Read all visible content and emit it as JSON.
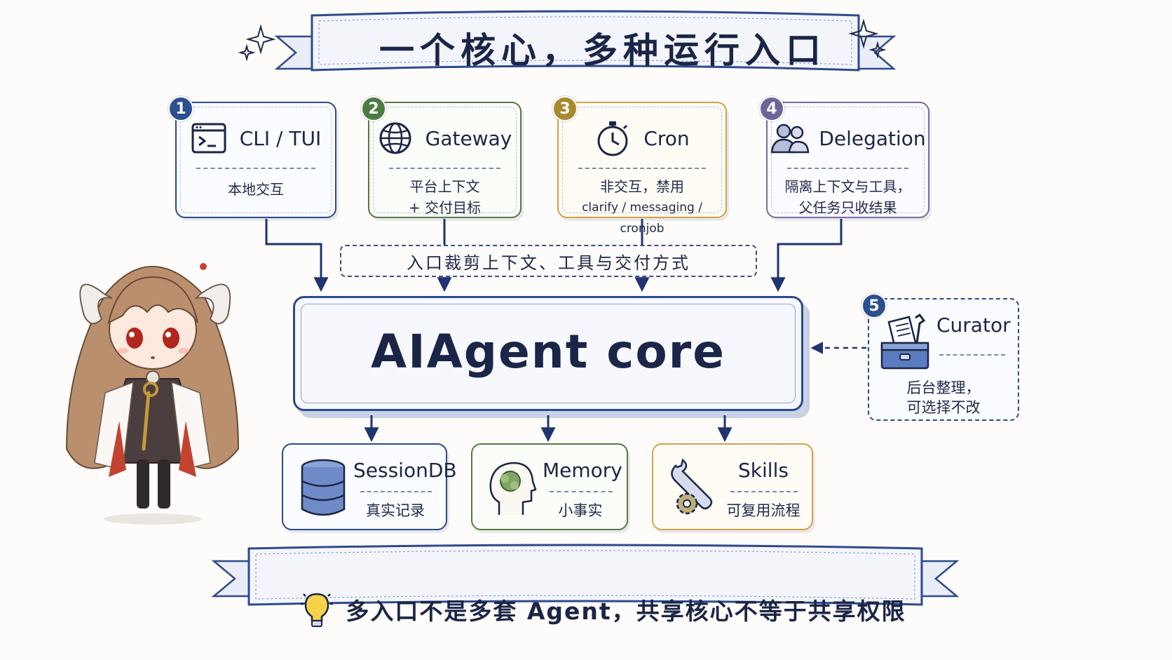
{
  "title": "一个核心，多种运行入口",
  "entries": [
    {
      "num": "1",
      "title": "CLI / TUI",
      "desc": [
        "本地交互"
      ],
      "icon": "terminal-icon"
    },
    {
      "num": "2",
      "title": "Gateway",
      "desc": [
        "平台上下文",
        "+ 交付目标"
      ],
      "icon": "globe-icon"
    },
    {
      "num": "3",
      "title": "Cron",
      "desc": [
        "非交互，禁用",
        "clarify / messaging / cronjob"
      ],
      "icon": "stopwatch-icon"
    },
    {
      "num": "4",
      "title": "Delegation",
      "desc": [
        "隔离上下文与工具，",
        "父任务只收结果"
      ],
      "icon": "users-icon"
    }
  ],
  "trim_label": "入口裁剪上下文、工具与交付方式",
  "core_label": "AIAgent core",
  "curator": {
    "num": "5",
    "title": "Curator",
    "desc": [
      "后台整理，",
      "可选择不改"
    ],
    "icon": "toolbox-icon"
  },
  "stores": [
    {
      "title": "SessionDB",
      "desc": "真实记录",
      "icon": "database-icon"
    },
    {
      "title": "Memory",
      "desc": "小事实",
      "icon": "brain-head-icon"
    },
    {
      "title": "Skills",
      "desc": "可复用流程",
      "icon": "wrench-gear-icon"
    }
  ],
  "footer": "多入口不是多套 Agent，共享核心不等于共享权限",
  "colors": {
    "ink": "#1b2547",
    "blue": "#2e4a8c",
    "green": "#557a43",
    "amber": "#d4a246",
    "purple": "#7a6aa6",
    "badge_blue": "#2c4f91",
    "badge_green": "#4c7b44",
    "badge_amber": "#a9892f",
    "badge_purple": "#6e6699"
  }
}
